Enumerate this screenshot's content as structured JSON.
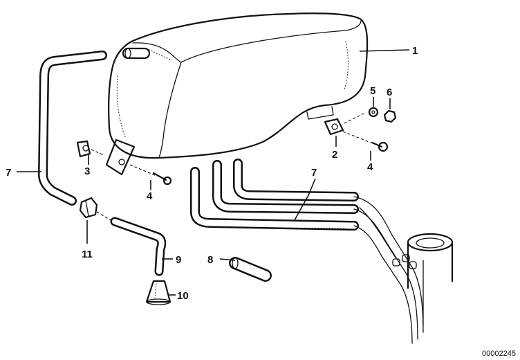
{
  "diagram": {
    "callouts": {
      "c1": "1",
      "c2": "2",
      "c3": "3",
      "c4a": "4",
      "c4b": "4",
      "c5": "5",
      "c6": "6",
      "c7a": "7",
      "c7b": "7",
      "c8": "8",
      "c9": "9",
      "c10": "10",
      "c11": "11"
    },
    "document_number": "00002245"
  }
}
